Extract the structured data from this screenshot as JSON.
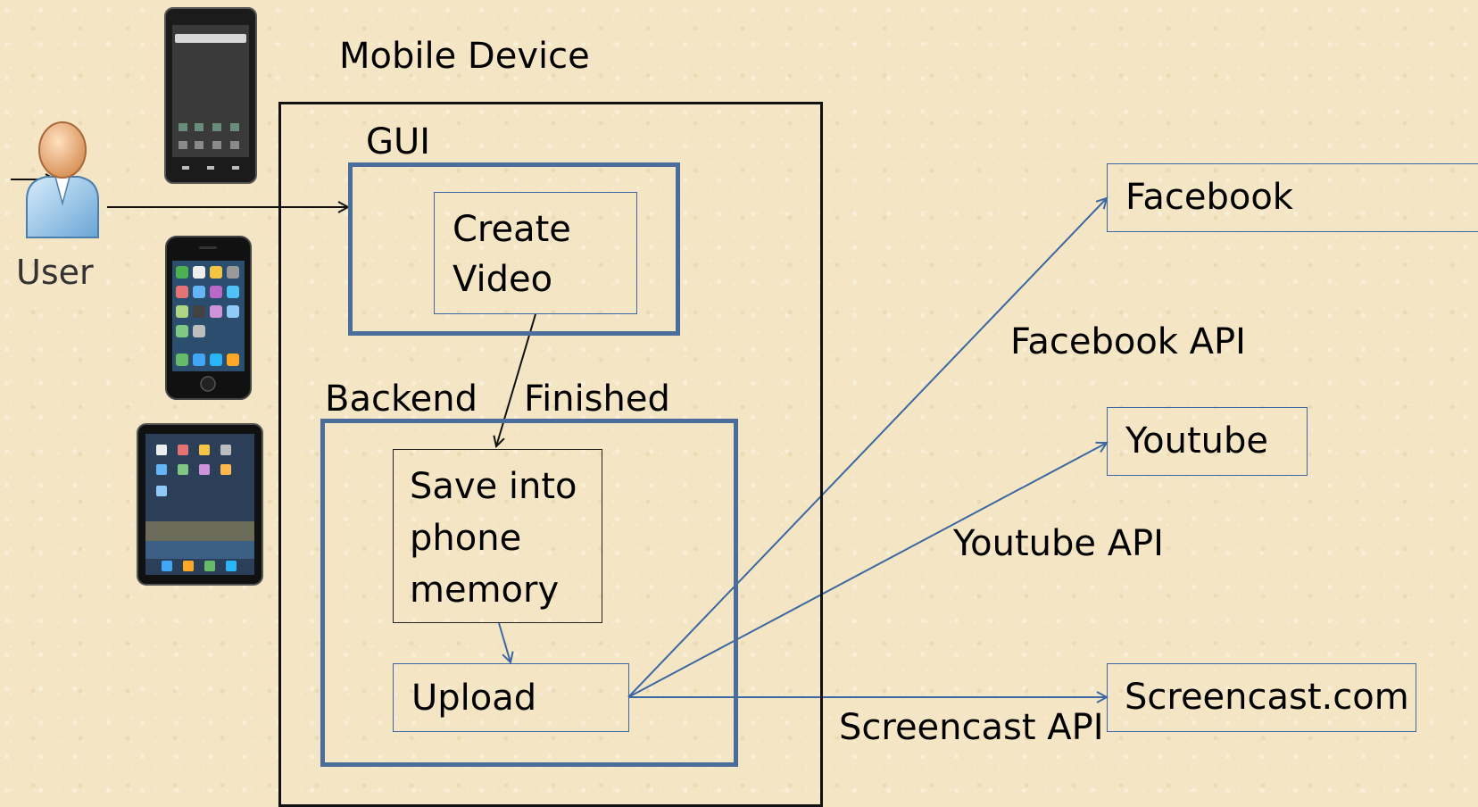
{
  "actor": {
    "label": "User"
  },
  "mobile": {
    "title": "Mobile Device"
  },
  "gui": {
    "title": "GUI",
    "create_video": "Create\nVideo"
  },
  "backend": {
    "title": "Backend",
    "save": "Save into\nphone\nmemory",
    "upload": "Upload"
  },
  "edges": {
    "finished": "Finished",
    "facebook_api": "Facebook API",
    "youtube_api": "Youtube API",
    "screencast_api": "Screencast API"
  },
  "targets": {
    "facebook": "Facebook",
    "youtube": "Youtube",
    "screencast": "Screencast.com"
  },
  "colors": {
    "background": "#f4e6c4",
    "accent_blue": "#3b67a3",
    "frame_blue": "#4a6d9b"
  }
}
